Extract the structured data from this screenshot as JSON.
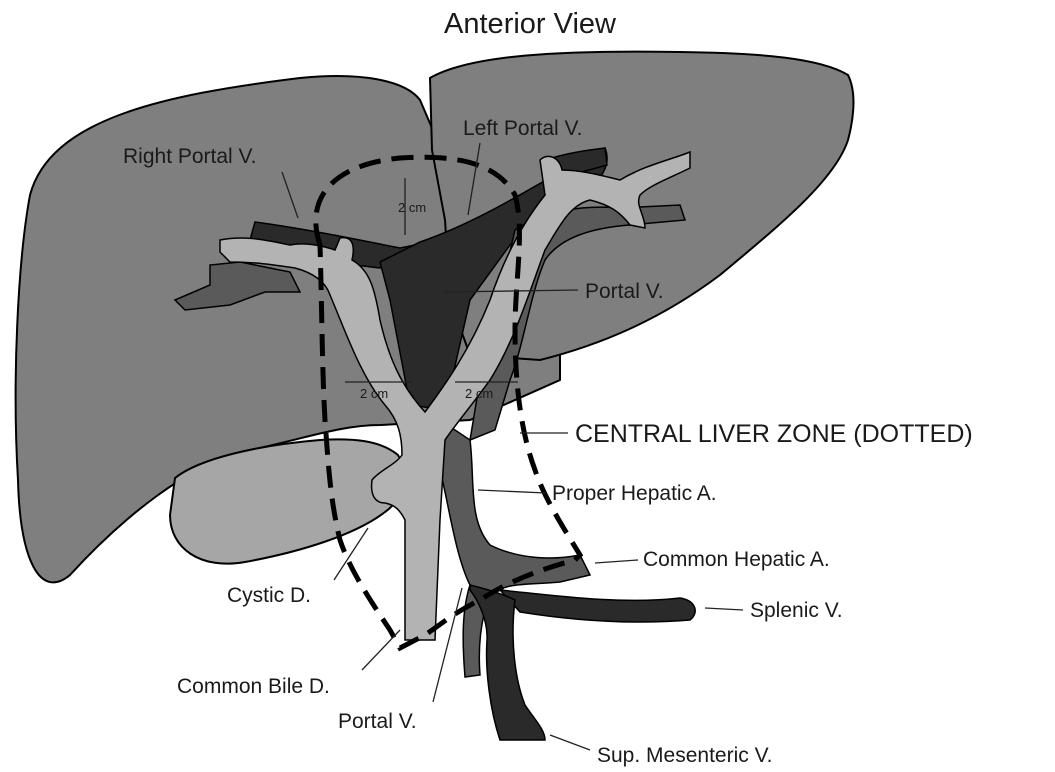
{
  "title": "Anterior View",
  "labels": {
    "left_portal_v": "Left Portal V.",
    "right_portal_v": "Right Portal V.",
    "portal_v_upper": "Portal V.",
    "central_liver_zone": "CENTRAL LIVER ZONE (DOTTED)",
    "proper_hepatic_a": "Proper Hepatic A.",
    "common_hepatic_a": "Common Hepatic A.",
    "splenic_v": "Splenic V.",
    "cystic_d": "Cystic D.",
    "common_bile_d": "Common Bile D.",
    "portal_v_lower": "Portal V.",
    "sup_mesenteric_v": "Sup. Mesenteric V."
  },
  "measurements": {
    "top": "2 cm",
    "left": "2 cm",
    "right": "2 cm"
  },
  "colors": {
    "liver": "#7f7f7f",
    "gallbladder": "#a6a6a6",
    "bile_duct": "#b3b3b3",
    "portal_vein": "#2a2a2a",
    "hepatic_artery": "#5a5a5a",
    "outline": "#000000"
  }
}
